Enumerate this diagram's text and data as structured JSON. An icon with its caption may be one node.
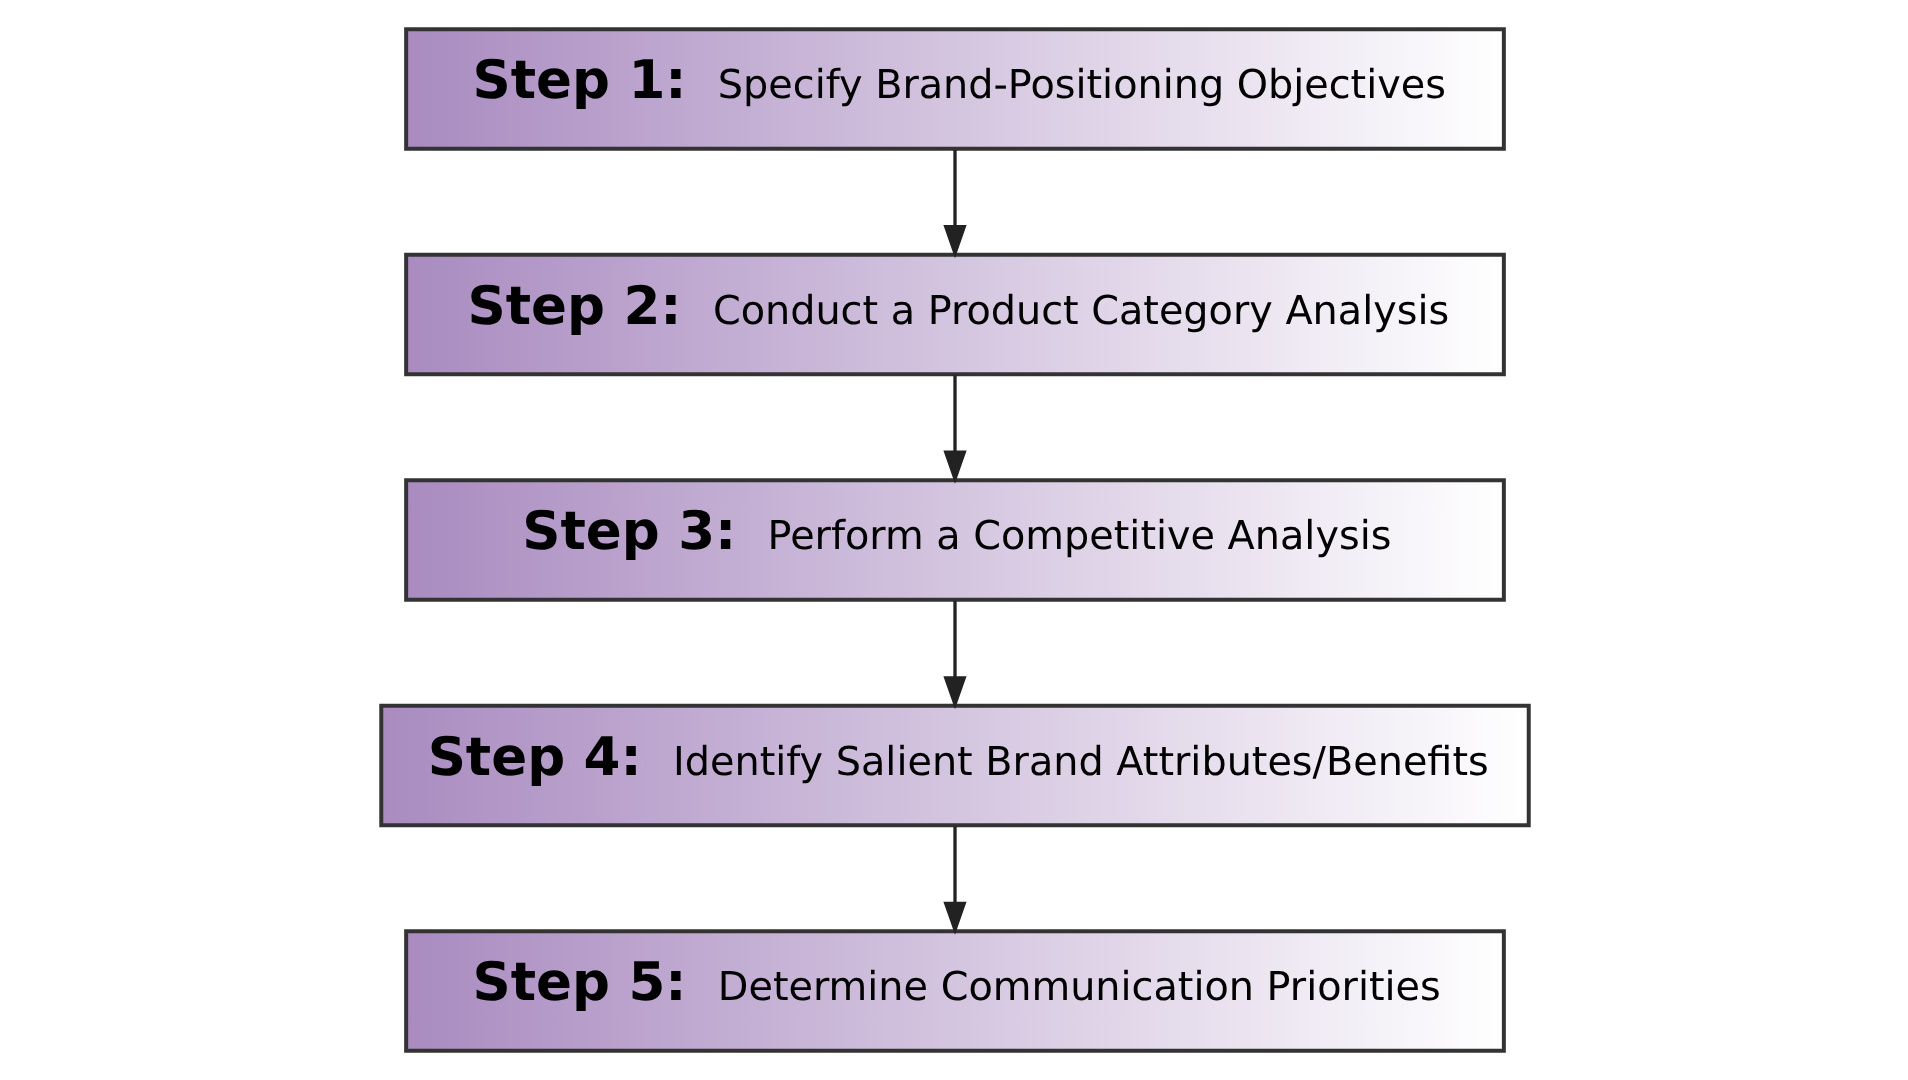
{
  "diagram": {
    "nodes": [
      {
        "text": [
          "Step 1:",
          "Specify Brand-Positioning Objectives"
        ]
      },
      {
        "text": [
          "Step 2:",
          "Conduct a Product Category Analysis"
        ]
      },
      {
        "text": [
          "Step 3:",
          "Perform a Competitive Analysis"
        ]
      },
      {
        "text": [
          "Step 4:",
          "Identify Salient Brand Attributes/Benefits"
        ]
      },
      {
        "text": [
          "Step 5:",
          "Determine Communication Priorities"
        ]
      }
    ],
    "edges": [
      {
        "from": 0,
        "to": 1,
        "arrow": "to"
      },
      {
        "from": 1,
        "to": 2,
        "arrow": "to"
      },
      {
        "from": 2,
        "to": 3,
        "arrow": "to"
      },
      {
        "from": 3,
        "to": 4,
        "arrow": "to"
      }
    ]
  }
}
